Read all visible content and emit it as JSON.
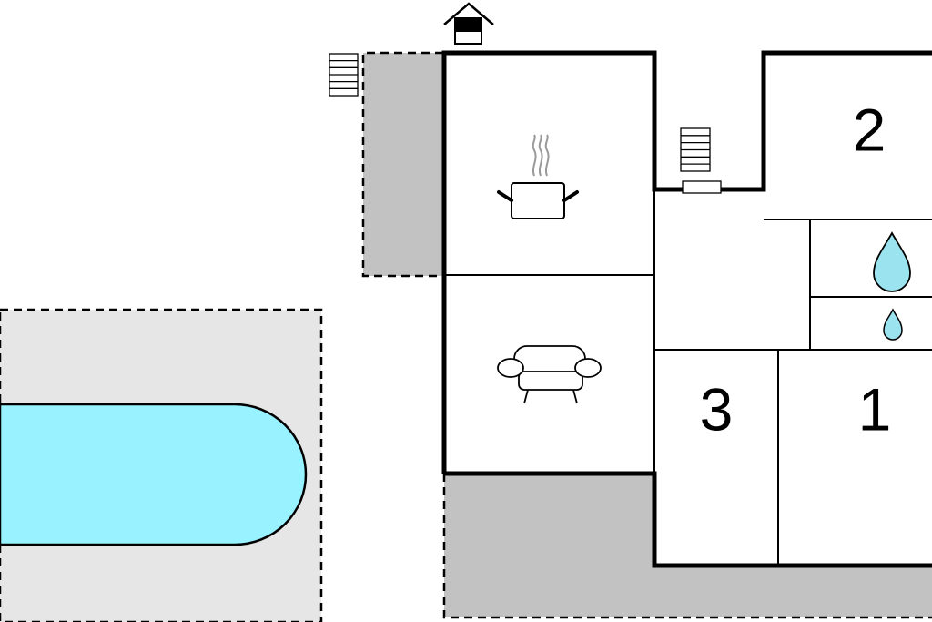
{
  "rooms": [
    {
      "id": "bedroom-2",
      "number": "2"
    },
    {
      "id": "bedroom-3",
      "number": "3"
    },
    {
      "id": "bedroom-1",
      "number": "1"
    }
  ],
  "icons": {
    "kitchen": "cooking-pot-icon",
    "living": "sofa-icon",
    "bathroom": "water-drop-icon",
    "wc": "water-drop-icon",
    "entrance": "house-entrance-icon",
    "stairs": "stairs-icon"
  },
  "colors": {
    "wall": "#000000",
    "terrace": "#c2c2c2",
    "pool_area": "#e6e6e6",
    "pool_water": "#99f2ff",
    "drop": "#9be3ee"
  }
}
